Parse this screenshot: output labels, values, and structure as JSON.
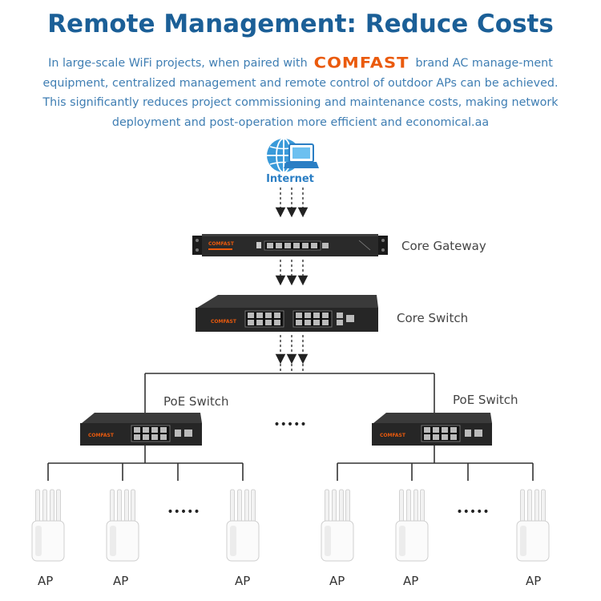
{
  "header": {
    "title": "Remote Management: Reduce Costs",
    "para_prefix": "In large-scale WiFi projects, when paired with",
    "brand": "COMFAST",
    "para_suffix": "brand AC manage-ment equipment, centralized management and remote control of outdoor APs can be achieved. This significantly reduces project commissioning and maintenance costs, making network deployment and post-operation more efficient and economical.aa"
  },
  "diagram": {
    "internet_label": "Internet",
    "core_gateway_label": "Core Gateway",
    "core_switch_label": "Core Switch",
    "poe_switch_left_label": "PoE Switch",
    "poe_switch_right_label": "PoE Switch",
    "device_brand": "COMFAST",
    "ellipsis": "•••••",
    "ap_label": "AP"
  },
  "colors": {
    "title": "#1b5f97",
    "text": "#3f7eb3",
    "brand": "#ea5a0d",
    "device_body": "#262626",
    "line": "#333333",
    "globe": "#3a9ad9"
  }
}
